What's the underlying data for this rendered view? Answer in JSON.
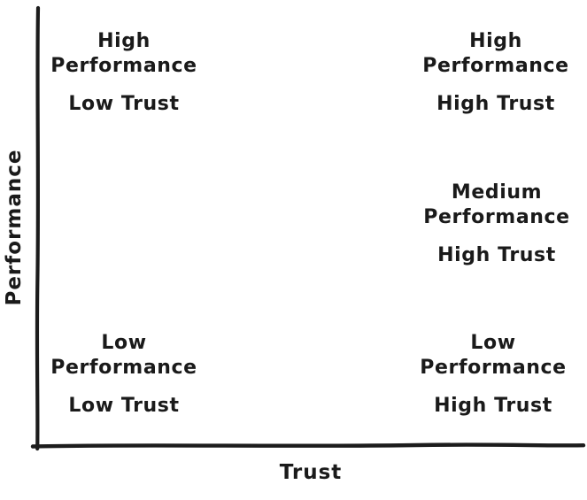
{
  "chart": {
    "xlabel": "Trust",
    "ylabel": "Performance",
    "ink_color": "#1c1c1c",
    "background_color": "#ffffff",
    "quadrants": [
      {
        "id": "high-performance-low-trust",
        "performance": "High\nPerformance",
        "trust": "Low Trust"
      },
      {
        "id": "high-performance-high-trust",
        "performance": "High\nPerformance",
        "trust": "High Trust"
      },
      {
        "id": "medium-performance-high-trust",
        "performance": "Medium\nPerformance",
        "trust": "High Trust"
      },
      {
        "id": "low-performance-low-trust",
        "performance": "Low\nPerformance",
        "trust": "Low Trust"
      },
      {
        "id": "low-performance-high-trust",
        "performance": "Low\nPerformance",
        "trust": "High Trust"
      }
    ]
  },
  "chart_data": {
    "type": "scatter",
    "title": "",
    "xlabel": "Trust",
    "ylabel": "Performance",
    "style": "hand-drawn quadrant chart, black ink on white, no gridlines, no ticks, no legend",
    "axis": {
      "x_range": [
        0,
        1
      ],
      "y_range": [
        0,
        1
      ],
      "ticks": "none",
      "grid": false,
      "legend": "none"
    },
    "annotations": [
      {
        "label": "High Performance / Low Trust",
        "x": 0.16,
        "y": 0.9
      },
      {
        "label": "High Performance / High Trust",
        "x": 0.84,
        "y": 0.9
      },
      {
        "label": "Medium Performance / High Trust",
        "x": 0.84,
        "y": 0.52
      },
      {
        "label": "Low Performance / Low Trust",
        "x": 0.16,
        "y": 0.18
      },
      {
        "label": "Low Performance / High Trust",
        "x": 0.84,
        "y": 0.18
      }
    ]
  }
}
